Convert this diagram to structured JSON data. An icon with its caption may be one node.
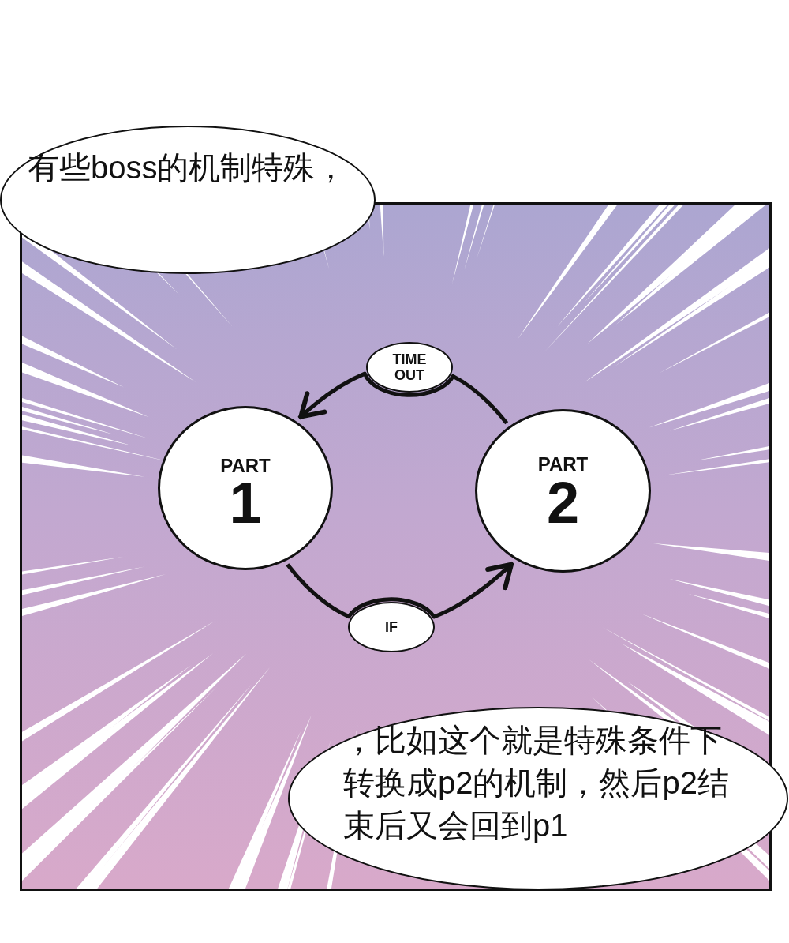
{
  "diagram": {
    "nodes": [
      {
        "text": [
          "有些boss的机制特殊，"
        ]
      },
      {
        "text": [
          "PART",
          "1"
        ]
      },
      {
        "text": [
          "PART",
          "2"
        ]
      },
      {
        "text": [
          "，比如这个就是特殊条件下转换成p2的机制，然后p2结束后又会回到p1"
        ]
      }
    ],
    "edges": [
      {
        "from": 2,
        "to": 1,
        "arrow": "to",
        "label": "TIME OUT"
      },
      {
        "from": 1,
        "to": 2,
        "arrow": "to",
        "label": "IF"
      }
    ]
  }
}
